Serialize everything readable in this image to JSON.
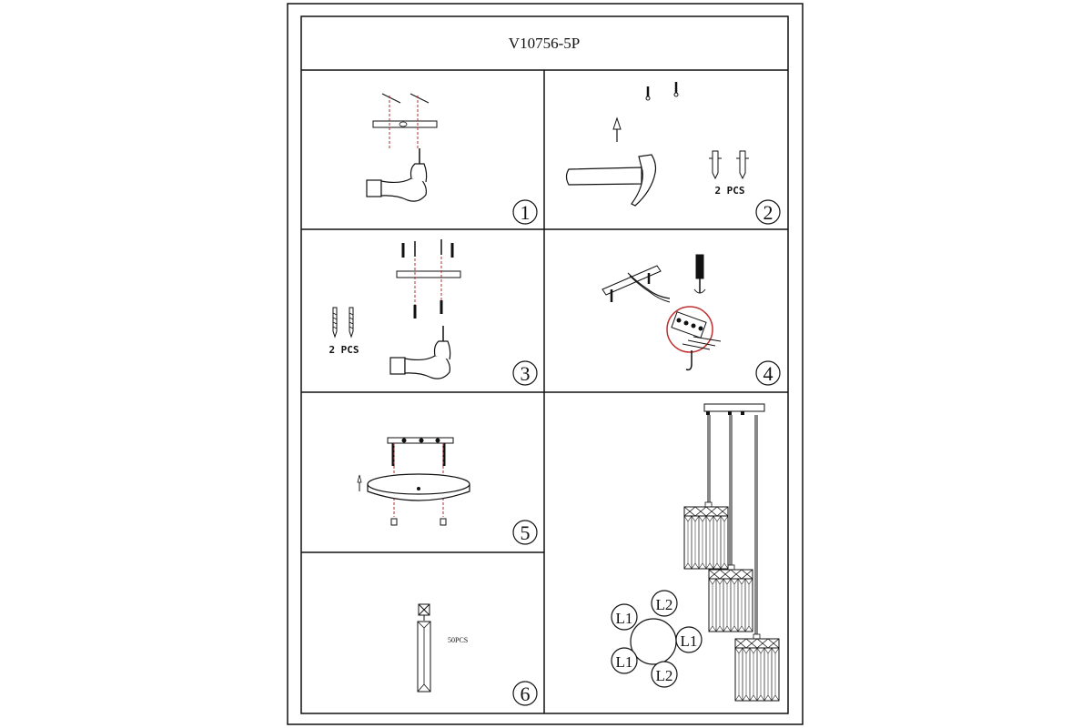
{
  "document": {
    "model": "V10756-5P"
  },
  "panels": [
    {
      "step": "1"
    },
    {
      "step": "2",
      "quantity": "2 PCS"
    },
    {
      "step": "3",
      "quantity": "2 PCS"
    },
    {
      "step": "4"
    },
    {
      "step": "5"
    },
    {
      "step": "6",
      "quantity": "50PCS"
    }
  ],
  "wiring_labels": [
    "L1",
    "L2",
    "L1",
    "L1",
    "L2"
  ],
  "colors": {
    "line": "#111111",
    "guide_red": "#b03030",
    "highlight_red": "#c03030"
  }
}
